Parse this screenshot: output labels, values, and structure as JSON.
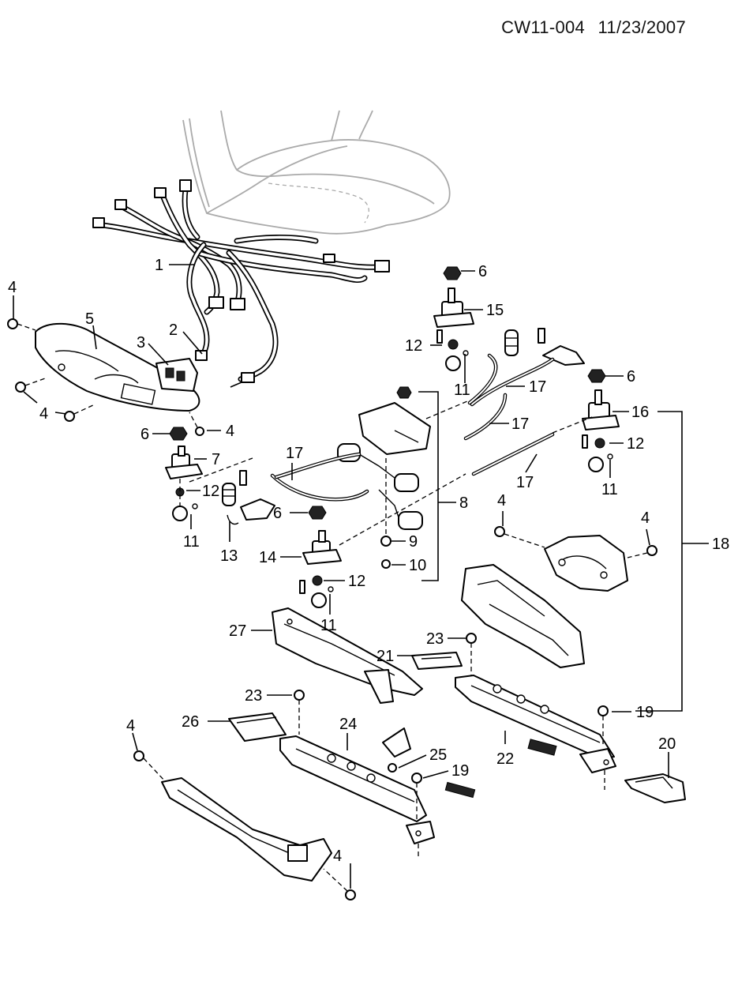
{
  "header": {
    "doc_code": "CW11-004",
    "date": "11/23/2007"
  },
  "callouts": {
    "c1": "1",
    "c2": "2",
    "c3": "3",
    "c4a": "4",
    "c4b": "4",
    "c4c": "4",
    "c4d": "4",
    "c4e": "4",
    "c4f": "4",
    "c4g": "4",
    "c5": "5",
    "c6a": "6",
    "c6b": "6",
    "c6c": "6",
    "c6d": "6",
    "c7": "7",
    "c8": "8",
    "c9": "9",
    "c10": "10",
    "c11a": "11",
    "c11b": "11",
    "c11c": "11",
    "c11d": "11",
    "c12a": "12",
    "c12b": "12",
    "c12c": "12",
    "c12d": "12",
    "c13": "13",
    "c14": "14",
    "c15": "15",
    "c16": "16",
    "c17a": "17",
    "c17b": "17",
    "c17c": "17",
    "c17d": "17",
    "c18": "18",
    "c19a": "19",
    "c19b": "19",
    "c20": "20",
    "c21": "21",
    "c22": "22",
    "c23a": "23",
    "c23b": "23",
    "c24": "24",
    "c25": "25",
    "c26": "26",
    "c27": "27"
  }
}
